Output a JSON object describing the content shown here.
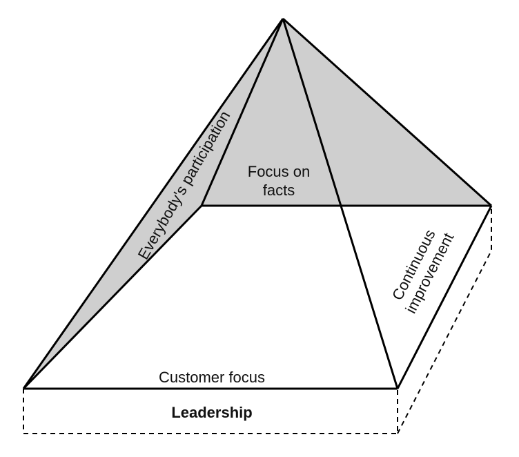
{
  "labels": {
    "focus_on_facts_line1": "Focus on",
    "focus_on_facts_line2": "facts",
    "everybodys_participation": "Everybody's participation",
    "continuous_improvement_line1": "Continuous",
    "continuous_improvement_line2": "improvement",
    "customer_focus": "Customer focus",
    "leadership": "Leadership"
  },
  "colors": {
    "shaded_face": "#cfcfcf",
    "line": "#000000",
    "background": "#ffffff"
  }
}
